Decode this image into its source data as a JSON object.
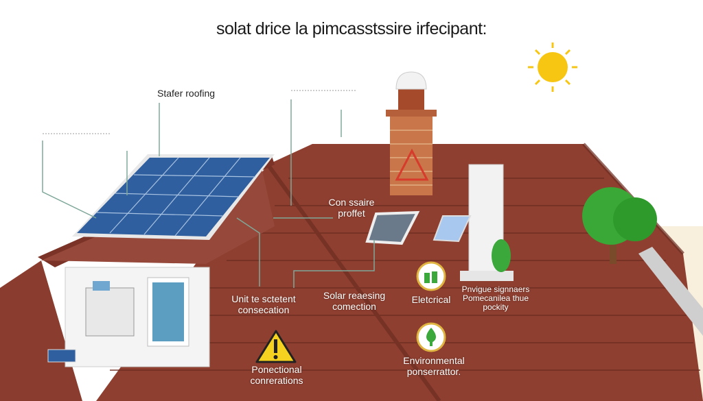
{
  "title": "solat drice la pimcasstssire irfecipant:",
  "labels": {
    "roofing": "Stafer roofing",
    "con_profet": [
      "Con ssaire",
      "proffet"
    ],
    "unit": [
      "Unit te sctetent",
      "consecation"
    ],
    "solar": [
      "Solar reaesing",
      "comection"
    ],
    "electrical": "Eletcrical",
    "signage": [
      "Pnvigue signnaers",
      "Pomecanilea thue",
      "pockity"
    ],
    "warning": [
      "Ponectional",
      "conrerations"
    ],
    "environment": [
      "Environmental",
      "ponserrattor."
    ]
  },
  "colors": {
    "roof": "#8e3f30",
    "roof_dark": "#6e2d22",
    "panel": "#2f5f9e",
    "sun": "#f7c613",
    "leaf": "#3aa83a",
    "line": "#7fa89a",
    "warning": "#f4d21f"
  },
  "icons": [
    "sun-icon",
    "warning-icon",
    "electrical-icon",
    "leaf-icon",
    "tree-icon",
    "chimney-icon",
    "solar-panel-icon"
  ]
}
